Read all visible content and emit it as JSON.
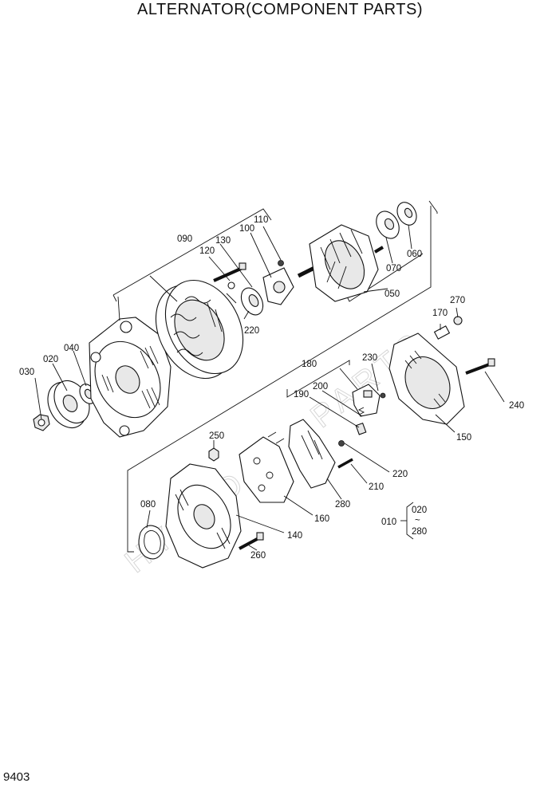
{
  "title": "ALTERNATOR(COMPONENT PARTS)",
  "page_number": "9403",
  "callouts": {
    "c010": "010",
    "c020": "020",
    "c030": "030",
    "c040": "040",
    "c050": "050",
    "c060": "060",
    "c070": "070",
    "c080": "080",
    "c090": "090",
    "c100": "100",
    "c110": "110",
    "c120": "120",
    "c130": "130",
    "c140": "140",
    "c150": "150",
    "c160": "160",
    "c170": "170",
    "c180": "180",
    "c190": "190",
    "c200": "200",
    "c210": "210",
    "c220a": "220",
    "c220b": "220",
    "c230": "230",
    "c240": "240",
    "c250": "250",
    "c260": "260",
    "c270": "270",
    "c280a": "280",
    "legend_010": "010",
    "legend_020": "020",
    "legend_tilde": "~",
    "legend_280": "280"
  }
}
